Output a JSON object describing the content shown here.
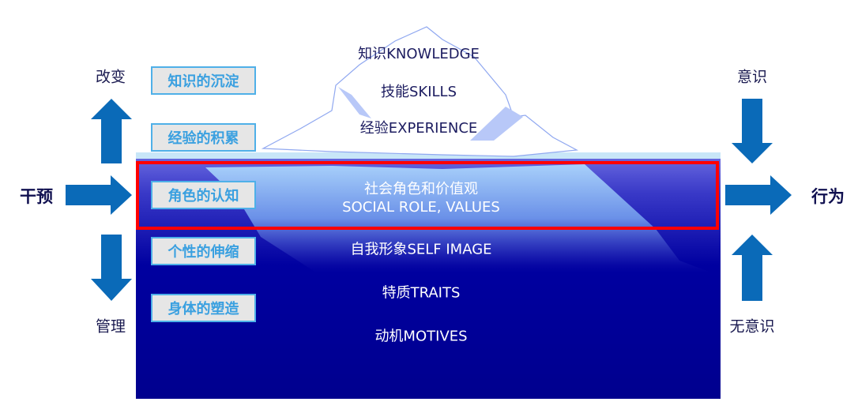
{
  "left": {
    "top": "改变",
    "middle": "干预",
    "bottom": "管理"
  },
  "right": {
    "top": "意识",
    "middle": "行为",
    "bottom": "无意识"
  },
  "labels": [
    "知识的沉淀",
    "经验的积累",
    "角色的认知",
    "个性的伸缩",
    "身体的塑造"
  ],
  "iceberg_above": [
    "知识KNOWLEDGE",
    "技能SKILLS",
    "经验EXPERIENCE"
  ],
  "iceberg_below": {
    "social_cn": "社会角色和价值观",
    "social_en": "SOCIAL ROLE, VALUES",
    "self_image": "自我形象SELF IMAGE",
    "traits": "特质TRAITS",
    "motives": "动机MOTIVES"
  },
  "colors": {
    "arrow": "#0a6ab8",
    "water": "#00009a",
    "highlight": "#ff0000",
    "label_text": "#3aa0e0"
  }
}
